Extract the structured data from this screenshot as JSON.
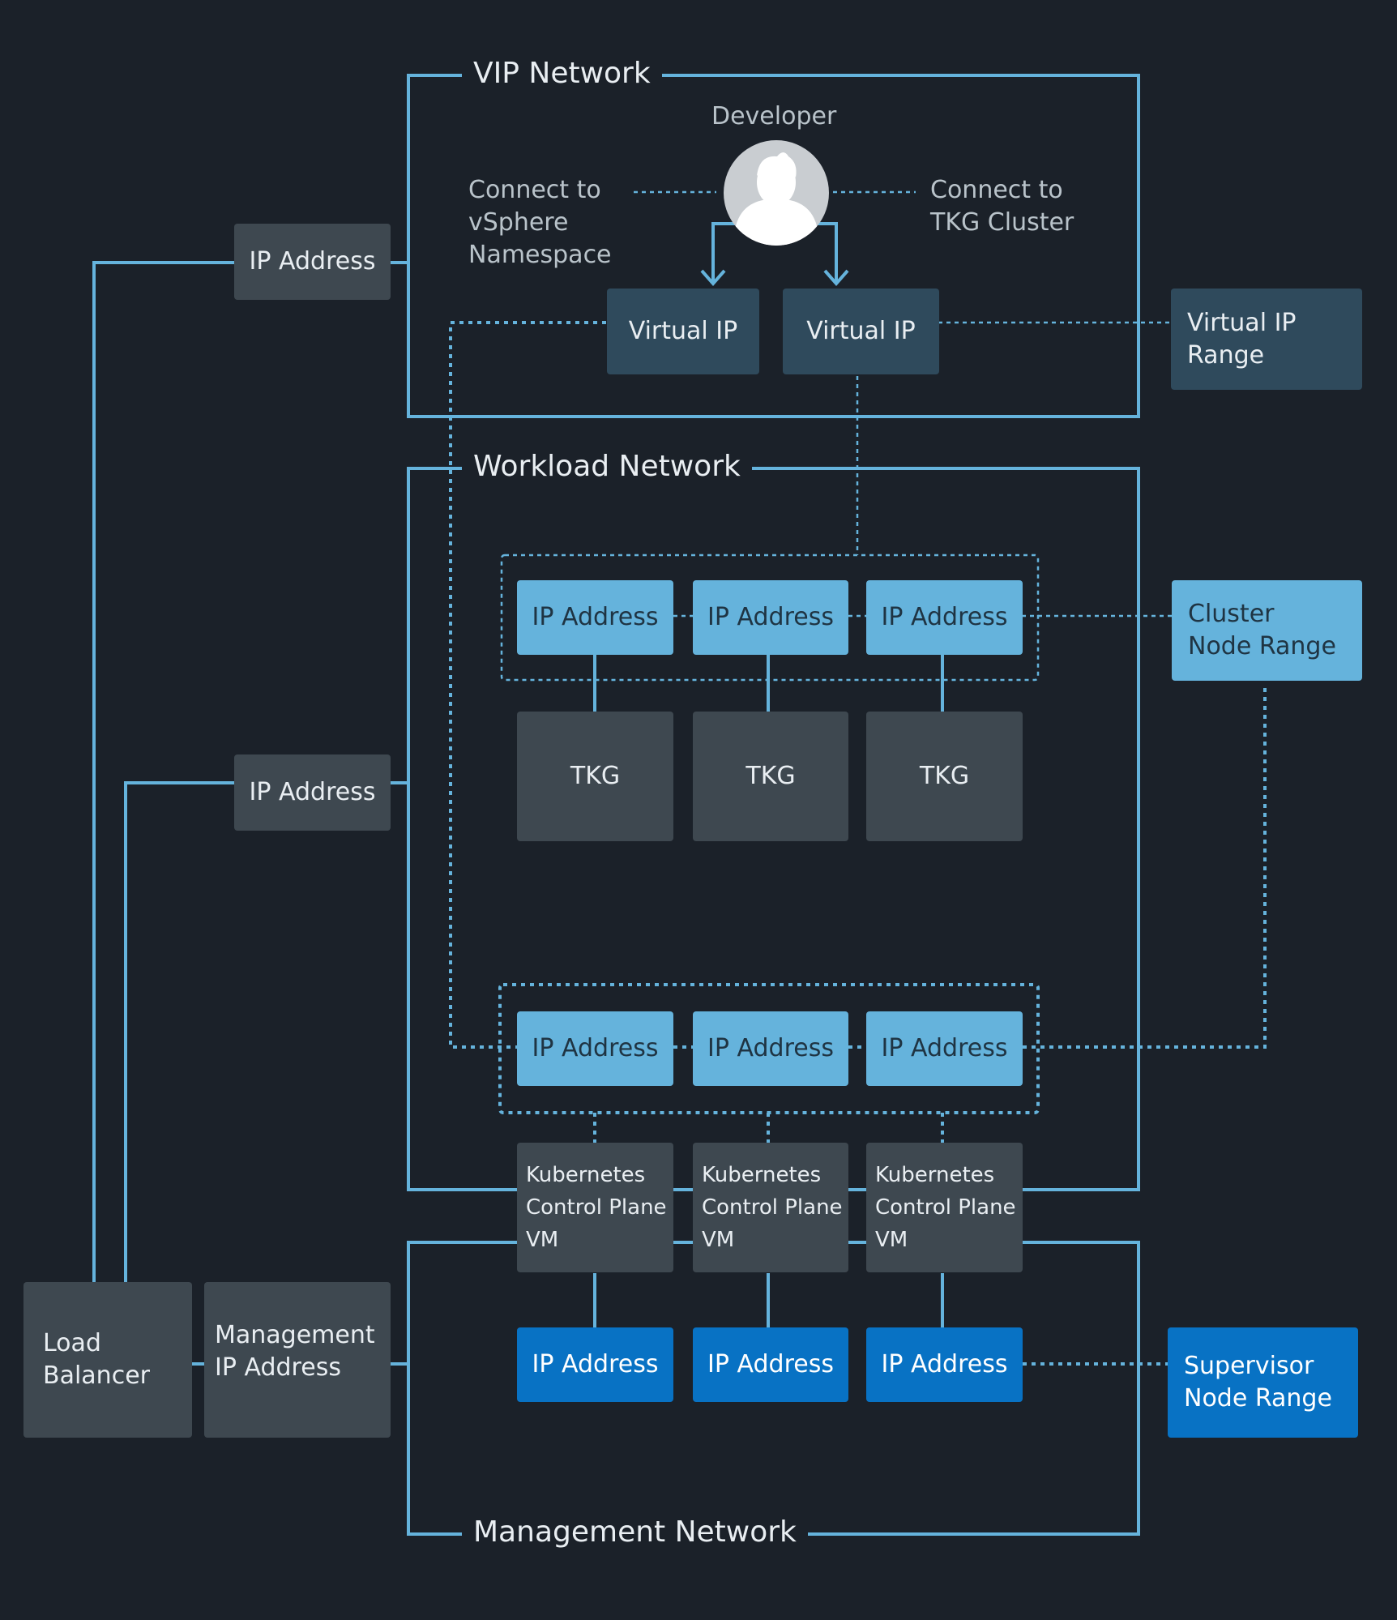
{
  "networks": {
    "vip": "VIP Network",
    "workload": "Workload Network",
    "management": "Management Network"
  },
  "developer": {
    "label": "Developer",
    "connect_namespace": "Connect to\nvSphere\nNamespace",
    "connect_tkg": "Connect to\nTKG Cluster"
  },
  "vip": {
    "virtual_ip_1": "Virtual IP",
    "virtual_ip_2": "Virtual IP",
    "range": "Virtual IP\nRange"
  },
  "left": {
    "vip_ip": "IP Address",
    "workload_ip": "IP Address",
    "load_balancer": "Load\nBalancer",
    "management_ip": "Management\nIP Address"
  },
  "cluster": {
    "ips": [
      "IP Address",
      "IP Address",
      "IP Address"
    ],
    "nodes": [
      "TKG",
      "TKG",
      "TKG"
    ],
    "range": "Cluster\nNode Range"
  },
  "control_plane": {
    "workload_ips": [
      "IP Address",
      "IP Address",
      "IP Address"
    ],
    "vms": [
      "Kubernetes\nControl Plane\nVM",
      "Kubernetes\nControl Plane\nVM",
      "Kubernetes\nControl Plane\nVM"
    ],
    "management_ips": [
      "IP Address",
      "IP Address",
      "IP Address"
    ],
    "supervisor_range": "Supervisor\nNode Range"
  },
  "colors": {
    "background": "#1b2129",
    "line": "#65b3dc",
    "box_gray": "#3e4850",
    "box_slate": "#2f4a5c",
    "box_light_blue": "#65b3dc",
    "box_blue": "#0872c4"
  }
}
